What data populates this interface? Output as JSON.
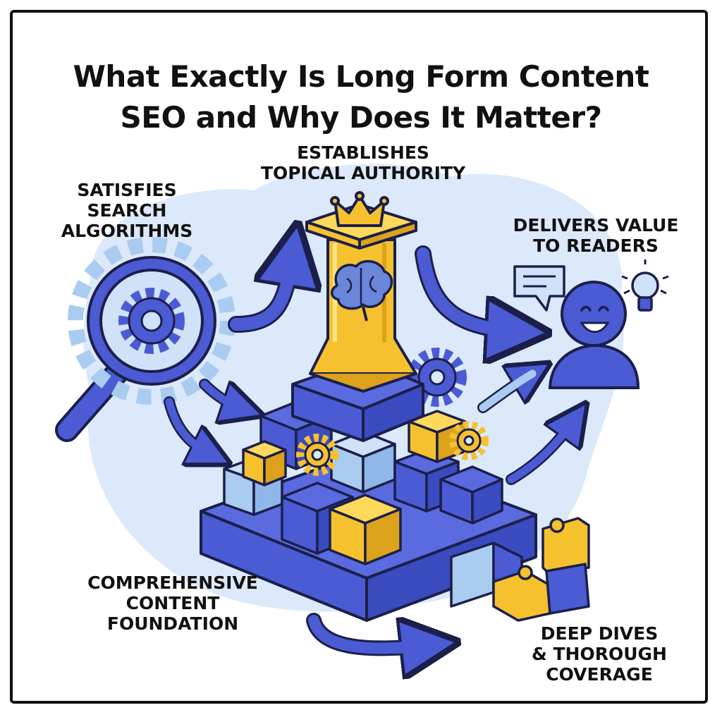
{
  "title": {
    "line1": "What Exactly Is Long Form Content",
    "line2": "SEO and Why Does It Matter?"
  },
  "labels": {
    "topical_authority": [
      "ESTABLISHES",
      "TOPICAL AUTHORITY"
    ],
    "search_algorithms": [
      "SATISFIES",
      "SEARCH",
      "ALGORITHMS"
    ],
    "value_to_readers": [
      "DELIVERS VALUE",
      "TO READERS"
    ],
    "content_foundation": [
      "COMPREHENSIVE",
      "CONTENT",
      "FOUNDATION"
    ],
    "deep_dives": [
      "DEEP DIVES",
      "& THOROUGH",
      "COVERAGE"
    ]
  },
  "icons": {
    "magnifier": "magnifying-glass-gear-icon",
    "pillar": "pillar-crown-brain-icon",
    "reader": "happy-reader-icon",
    "chat": "speech-bubble-icon",
    "idea": "lightbulb-icon",
    "puzzle": "puzzle-piece-icon"
  },
  "colors": {
    "blue": "#4a5bd4",
    "light_blue": "#a9ccf0",
    "blob": "#dbe9fb",
    "gold": "#f5c12e",
    "outline": "#1b1f4a"
  }
}
